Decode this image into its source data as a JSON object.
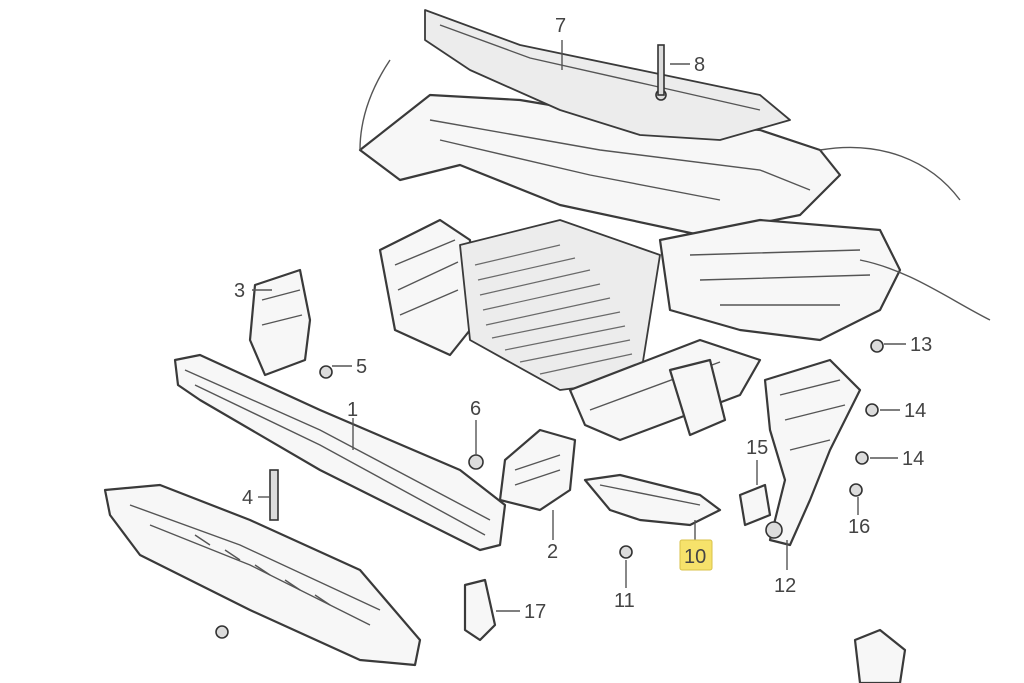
{
  "diagram": {
    "callouts": [
      {
        "id": "c1",
        "label": "1"
      },
      {
        "id": "c2",
        "label": "2"
      },
      {
        "id": "c3",
        "label": "3"
      },
      {
        "id": "c4",
        "label": "4"
      },
      {
        "id": "c5",
        "label": "5"
      },
      {
        "id": "c6",
        "label": "6"
      },
      {
        "id": "c7",
        "label": "7"
      },
      {
        "id": "c8",
        "label": "8"
      },
      {
        "id": "c10",
        "label": "10"
      },
      {
        "id": "c11",
        "label": "11"
      },
      {
        "id": "c12",
        "label": "12"
      },
      {
        "id": "c13",
        "label": "13"
      },
      {
        "id": "c14a",
        "label": "14"
      },
      {
        "id": "c14b",
        "label": "14"
      },
      {
        "id": "c15",
        "label": "15"
      },
      {
        "id": "c16",
        "label": "16"
      },
      {
        "id": "c17",
        "label": "17"
      }
    ],
    "highlight_color": "#f6e26b",
    "highlighted_callout": "10"
  }
}
